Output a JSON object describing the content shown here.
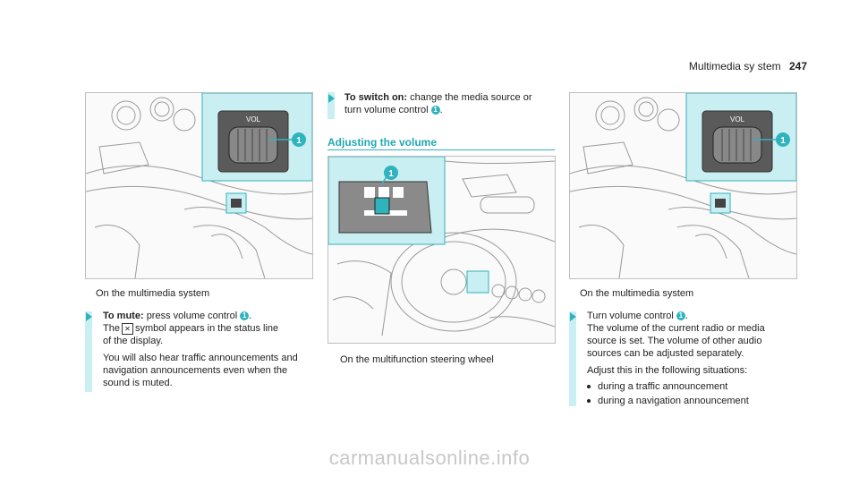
{
  "header": {
    "section": "Multimedia sy stem",
    "page": "247"
  },
  "colors": {
    "accent": "#2fb3bd",
    "highlight": "#c9eff2"
  },
  "left": {
    "caption": "On the multimedia system",
    "mute_title": "To mute:",
    "mute_line1": "press volume control",
    "mute_line2a": "The",
    "mute_line2b": "symbol appears in the status line",
    "mute_line3": "of the display.",
    "mute_line4": "You will also hear traffic announcements and",
    "mute_line5": "navigation announcements even when the",
    "mute_line6": "sound is muted."
  },
  "middle": {
    "switch_title": "To switch on:",
    "switch_line1": "change the media source or",
    "switch_line2": "turn volume control",
    "heading": "Adjusting the volume",
    "caption": "On the multifunction steering wheel"
  },
  "right": {
    "caption": "On the multimedia system",
    "line1": "Turn volume control",
    "line2": "The volume of the current radio or media",
    "line3": "source is set. The volume of other audio",
    "line4": "sources can be adjusted separately.",
    "line5": "Adjust this in the following situations:",
    "bullets": [
      "during a traffic announcement",
      "during a navigation announcement"
    ]
  },
  "labels": {
    "vol": "VOL",
    "callout": "1"
  },
  "watermark": "carmanualsonline.info"
}
